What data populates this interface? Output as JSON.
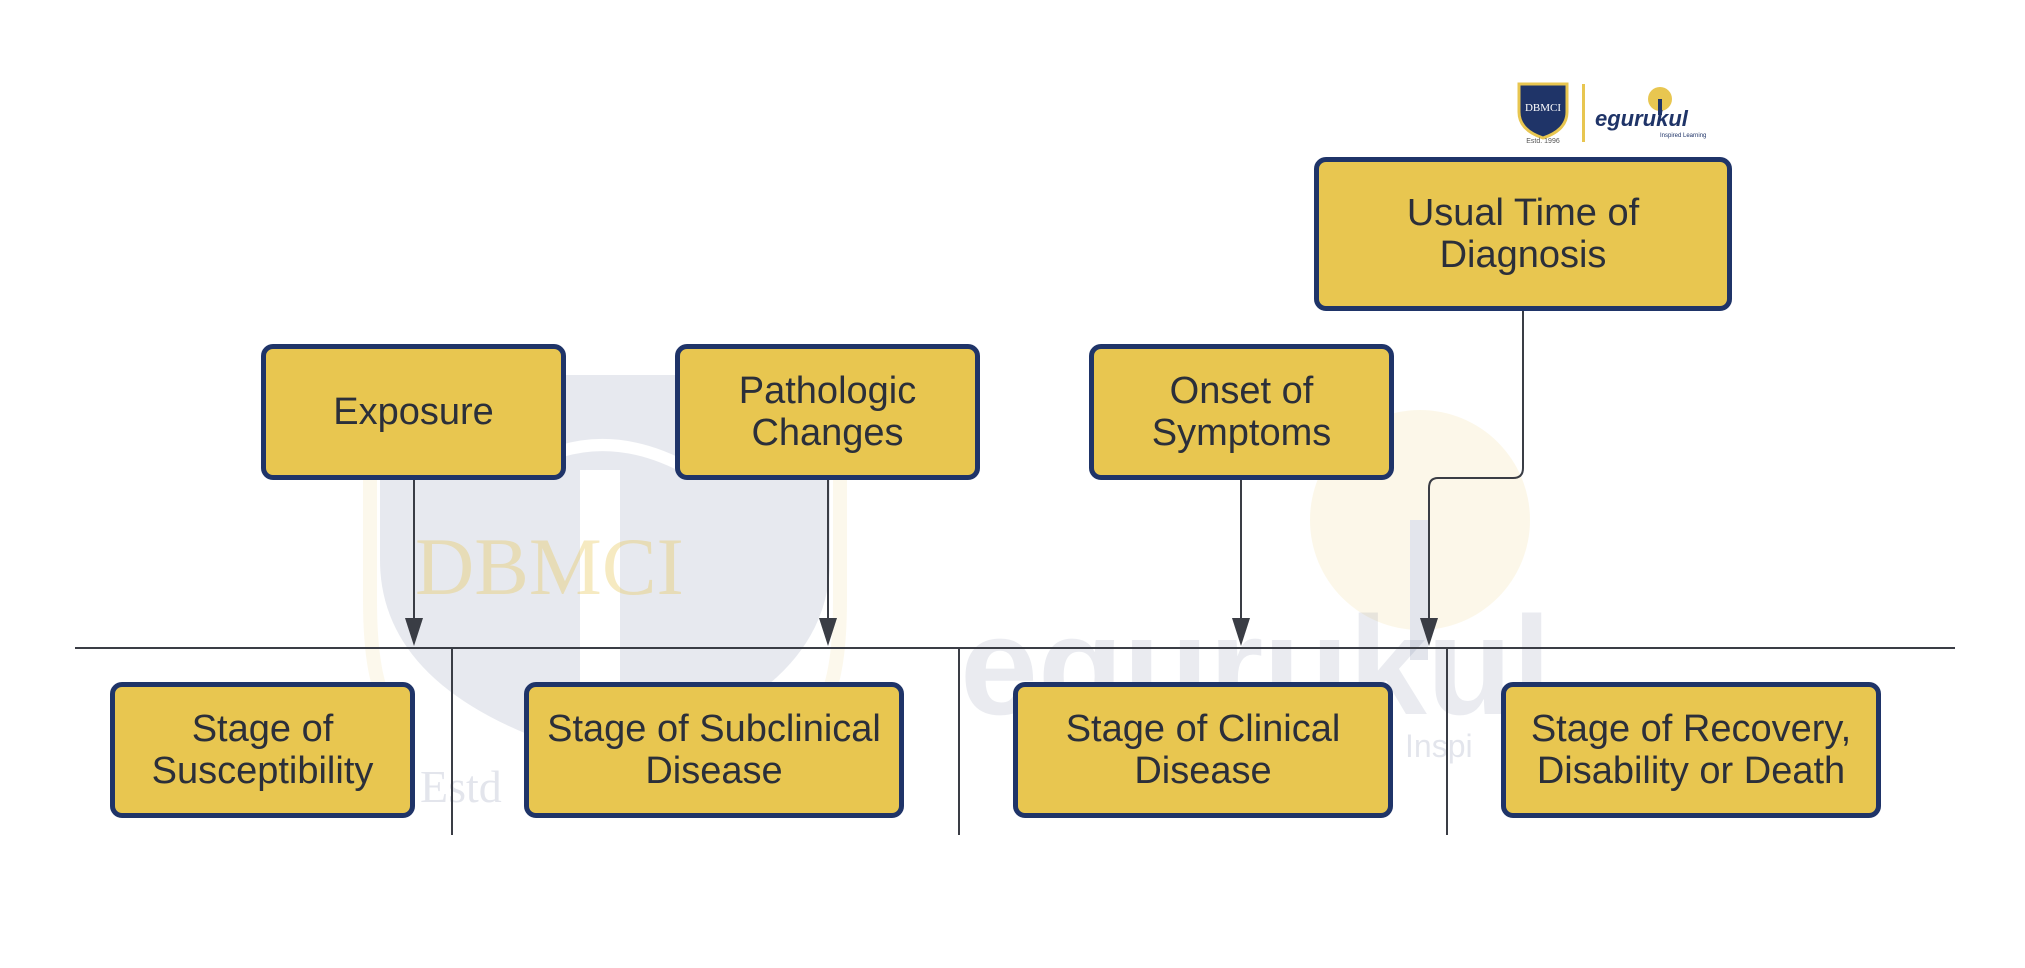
{
  "colors": {
    "box_fill": "#E8C650",
    "box_border": "#1F3468",
    "text": "#2B2F3A",
    "line": "#3A3D45"
  },
  "logo": {
    "left_logo_text": "DBMCI",
    "left_logo_sub": "Estd. 1996",
    "right_logo_text": "egurukul",
    "right_logo_sub": "Inspired Learning"
  },
  "watermark": {
    "left_text": "DBMCI",
    "left_sub": "Estd",
    "right_text": "egurukul",
    "right_sub": "Inspi"
  },
  "events": [
    {
      "label": "Exposure"
    },
    {
      "label": "Pathologic\nChanges"
    },
    {
      "label": "Onset of\nSymptoms"
    },
    {
      "label": "Usual Time of\nDiagnosis"
    }
  ],
  "stages": [
    {
      "label": "Stage of\nSusceptibility"
    },
    {
      "label": "Stage of Subclinical\nDisease"
    },
    {
      "label": "Stage of Clinical\nDisease"
    },
    {
      "label": "Stage of Recovery,\nDisability or Death"
    }
  ]
}
